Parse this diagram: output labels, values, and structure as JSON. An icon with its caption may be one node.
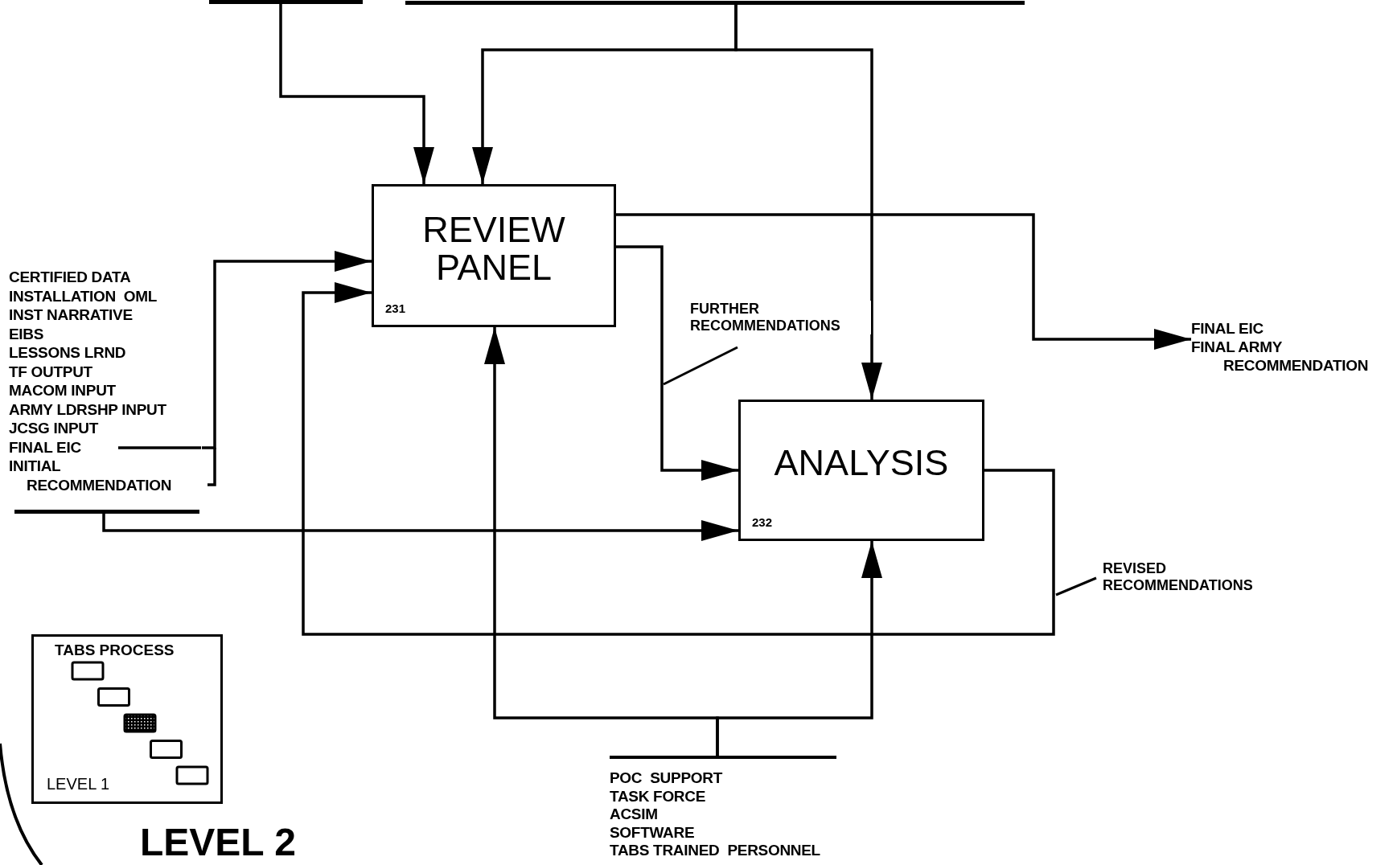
{
  "diagram": {
    "nodes": [
      {
        "text": [],
        "shape": "bar"
      },
      {
        "text": [],
        "shape": "bar"
      },
      {
        "text": [
          "REVIEW PANEL",
          "231"
        ]
      },
      {
        "text": [
          "CERTIFIED DATA",
          "INSTALLATION  OML",
          "INST NARRATIVE",
          "EIBS",
          "LESSONS LRND",
          "TF OUTPUT",
          "MACOM INPUT",
          "ARMY LDRSHP INPUT",
          "JCSG INPUT",
          "FINAL EIC",
          "INITIAL RECOMMENDATION"
        ]
      },
      {
        "text": [
          "FINAL EIC",
          "FINAL ARMY RECOMMENDATION"
        ]
      },
      {
        "text": [
          "ANALYSIS",
          "232"
        ]
      },
      {
        "text": [],
        "shape": "bar"
      },
      {
        "text": [
          "TABS PROCESS",
          "LEVEL 1"
        ]
      },
      {
        "text": [
          "POC  SUPPORT",
          "TASK FORCE",
          "ACSIM",
          "SOFTWARE",
          "TABS TRAINED  PERSONNEL"
        ]
      }
    ],
    "edges": [
      {
        "from": 0,
        "to": 2,
        "arrow": "to"
      },
      {
        "from": 1,
        "to": 2,
        "arrow": "to"
      },
      {
        "from": 1,
        "to": 5,
        "arrow": "to"
      },
      {
        "from": 3,
        "to": 2,
        "arrow": "to"
      },
      {
        "from": 5,
        "to": 2,
        "arrow": "to",
        "label": "REVISED RECOMMENDATIONS"
      },
      {
        "from": 2,
        "to": 5,
        "arrow": "to",
        "label": "FURTHER RECOMMENDATIONS"
      },
      {
        "from": 2,
        "to": 4,
        "arrow": "to"
      },
      {
        "from": 6,
        "to": 5,
        "arrow": "to"
      },
      {
        "from": 8,
        "to": 2,
        "arrow": "to"
      },
      {
        "from": 8,
        "to": 5,
        "arrow": "to"
      }
    ],
    "labels": [
      "LEVEL 2"
    ]
  }
}
